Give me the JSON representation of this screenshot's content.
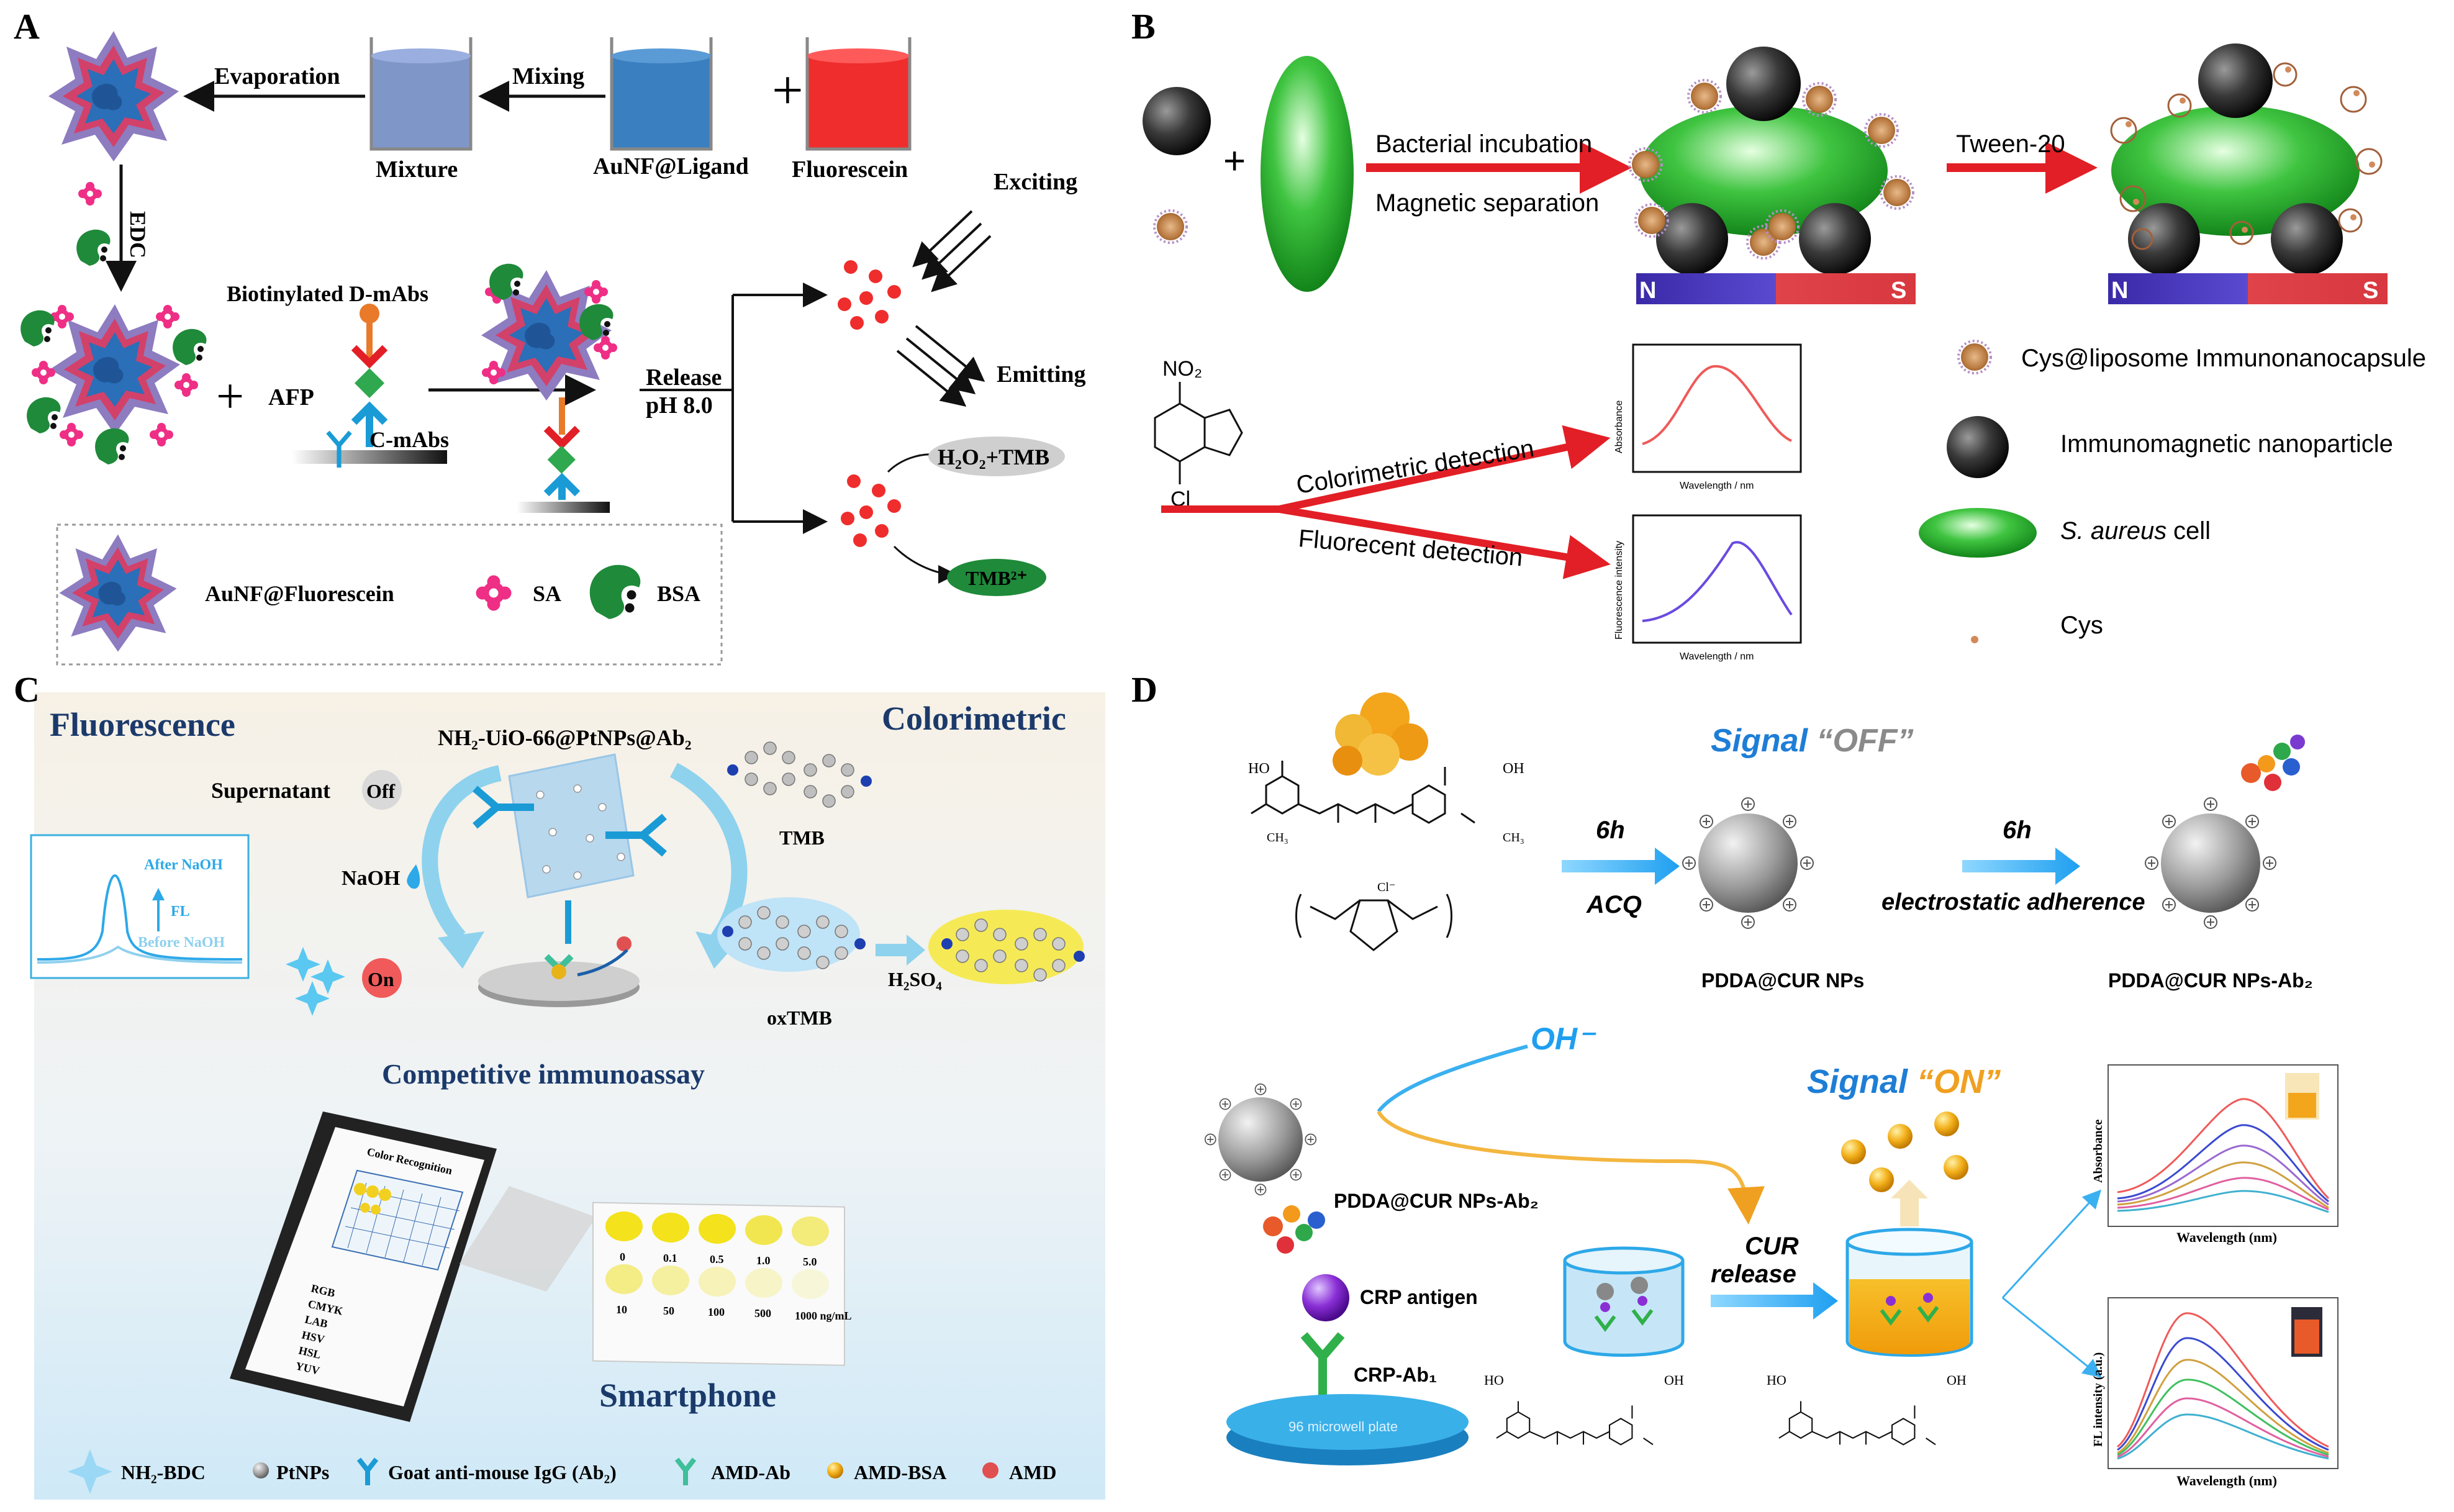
{
  "panelA": {
    "letter": "A",
    "evaporation": "Evaporation",
    "mixing": "Mixing",
    "mixture": "Mixture",
    "ligand": "AuNF@Ligand",
    "fluorescein": "Fluorescein",
    "edc": "EDC",
    "exciting": "Exciting",
    "emitting": "Emitting",
    "biotinylated": "Biotinylated D-mAbs",
    "afp": "AFP",
    "cmabs": "C-mAbs",
    "release": "Release",
    "ph": "pH 8.0",
    "h2o2": "H₂O₂+TMB",
    "tmb2plus": "TMB²⁺",
    "legend_aunf": "AuNF@Fluorescein",
    "legend_sa": "SA",
    "legend_bsa": "BSA",
    "colors": {
      "pink": "#ee2f85",
      "green": "#1f8a3a",
      "red": "#e8262b",
      "blue": "#3a74b8"
    }
  },
  "panelB": {
    "letter": "B",
    "bact": "Bacterial incubation",
    "mag": "Magnetic separation",
    "tween": "Tween-20",
    "n": "N",
    "s": "S",
    "colorimetric": "Colorimetric detection",
    "fluorecent": "Fluorecent detection",
    "absorbance": "Absorbance",
    "fl_intensity": "Fluorescence intensity",
    "wavelength": "Wavelength / nm",
    "no2": "NO₂",
    "cl": "Cl",
    "legend1": "Cys@liposome Immunonanocapsule",
    "legend2": "Immunomagnetic nanoparticle",
    "legend3": "S. aureus",
    "legend3b": "cell",
    "legend4": "Cys"
  },
  "panelC": {
    "letter": "C",
    "fluorescence": "Fluorescence",
    "colorimetric": "Colorimetric",
    "nh2uio": "NH₂-UiO-66@PtNPs@Ab₂",
    "supernatant": "Supernatant",
    "off": "Off",
    "on": "On",
    "naoh": "NaOH",
    "after": "After NaOH",
    "before": "Before NaOH",
    "fl": "FL",
    "tmb": "TMB",
    "oxtmb": "oxTMB",
    "h2so4": "H₂SO₄",
    "competitive": "Competitive immunoassay",
    "smartphone": "Smartphone",
    "color_recognition": "Color Recognition",
    "readout": [
      "RGB",
      "CMYK",
      "LAB",
      "HSV",
      "HSL",
      "YUV"
    ],
    "concentrations_row1": [
      "0",
      "0.1",
      "0.5",
      "1.0",
      "5.0"
    ],
    "concentrations_row2": [
      "10",
      "50",
      "100",
      "500",
      "1000 ng/mL"
    ],
    "legend": [
      "NH₂-BDC",
      "PtNPs",
      "Goat anti-mouse IgG (Ab₂)",
      "AMD-Ab",
      "AMD-BSA",
      "AMD"
    ]
  },
  "panelD": {
    "letter": "D",
    "signal_off_a": "Signal ",
    "signal_off_b": "“OFF”",
    "signal_on_a": "Signal ",
    "signal_on_b": "“ON”",
    "six_h_1": "6h",
    "acq": "ACQ",
    "six_h_2": "6h",
    "electrostatic": "electrostatic adherence",
    "pdda_cur": "PDDA@CUR NPs",
    "pdda_cur_ab2": "PDDA@CUR NPs-Ab₂",
    "oh": "OH⁻",
    "pdda_cur_ab2_b": "PDDA@CUR NPs-Ab₂",
    "crp_antigen": "CRP antigen",
    "crp_ab1": "CRP-Ab₁",
    "plate": "96 microwell plate",
    "cur": "CUR",
    "release": "release",
    "absorbance": "Absorbance",
    "wavelength": "Wavelength (nm)",
    "fl_intensity": "FL intensity (a.u.)",
    "wavelength2": "Wavelength (nm)",
    "ho": "HO",
    "oh_group": "OH",
    "ch3": "CH₃",
    "cl_minus": "Cl⁻"
  }
}
